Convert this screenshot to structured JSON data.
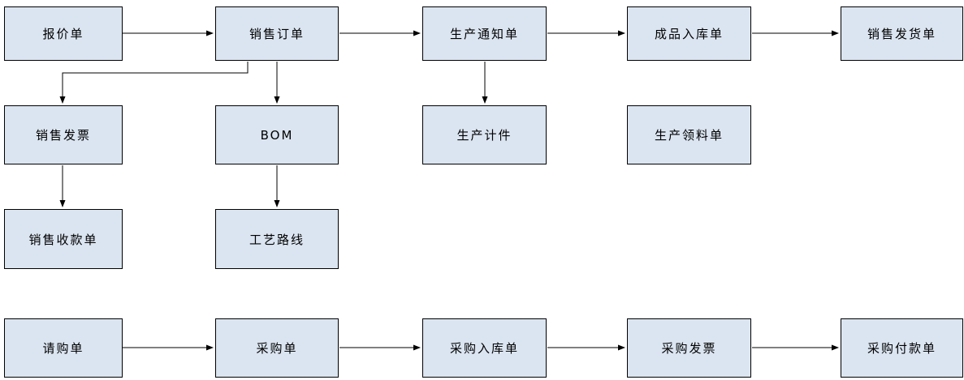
{
  "diagram": {
    "type": "flowchart",
    "colors": {
      "background": "#ffffff",
      "box_fill": "#dbe5f1",
      "box_border": "#000000",
      "arrow": "#000000",
      "text": "#000000"
    },
    "nodes": [
      {
        "id": "quotation",
        "label": "报价单"
      },
      {
        "id": "sales-order",
        "label": "销售订单"
      },
      {
        "id": "production-notice",
        "label": "生产通知单"
      },
      {
        "id": "finished-goods-receipt",
        "label": "成品入库单"
      },
      {
        "id": "sales-delivery",
        "label": "销售发货单"
      },
      {
        "id": "sales-invoice",
        "label": "销售发票"
      },
      {
        "id": "bom",
        "label": "BOM"
      },
      {
        "id": "production-piecework",
        "label": "生产计件"
      },
      {
        "id": "production-material-requisition",
        "label": "生产领料单"
      },
      {
        "id": "sales-receipt",
        "label": "销售收款单"
      },
      {
        "id": "process-route",
        "label": "工艺路线"
      },
      {
        "id": "purchase-requisition",
        "label": "请购单"
      },
      {
        "id": "purchase-order",
        "label": "采购单"
      },
      {
        "id": "purchase-receipt",
        "label": "采购入库单"
      },
      {
        "id": "purchase-invoice",
        "label": "采购发票"
      },
      {
        "id": "purchase-payment",
        "label": "采购付款单"
      }
    ],
    "edges": [
      {
        "from": "报价单",
        "to": "销售订单"
      },
      {
        "from": "销售订单",
        "to": "生产通知单"
      },
      {
        "from": "生产通知单",
        "to": "成品入库单"
      },
      {
        "from": "成品入库单",
        "to": "销售发货单"
      },
      {
        "from": "销售订单",
        "to": "销售发票"
      },
      {
        "from": "销售订单",
        "to": "BOM"
      },
      {
        "from": "生产通知单",
        "to": "生产计件"
      },
      {
        "from": "销售发票",
        "to": "销售收款单"
      },
      {
        "from": "BOM",
        "to": "工艺路线"
      },
      {
        "from": "请购单",
        "to": "采购单"
      },
      {
        "from": "采购单",
        "to": "采购入库单"
      },
      {
        "from": "采购入库单",
        "to": "采购发票"
      },
      {
        "from": "采购发票",
        "to": "采购付款单"
      }
    ]
  }
}
